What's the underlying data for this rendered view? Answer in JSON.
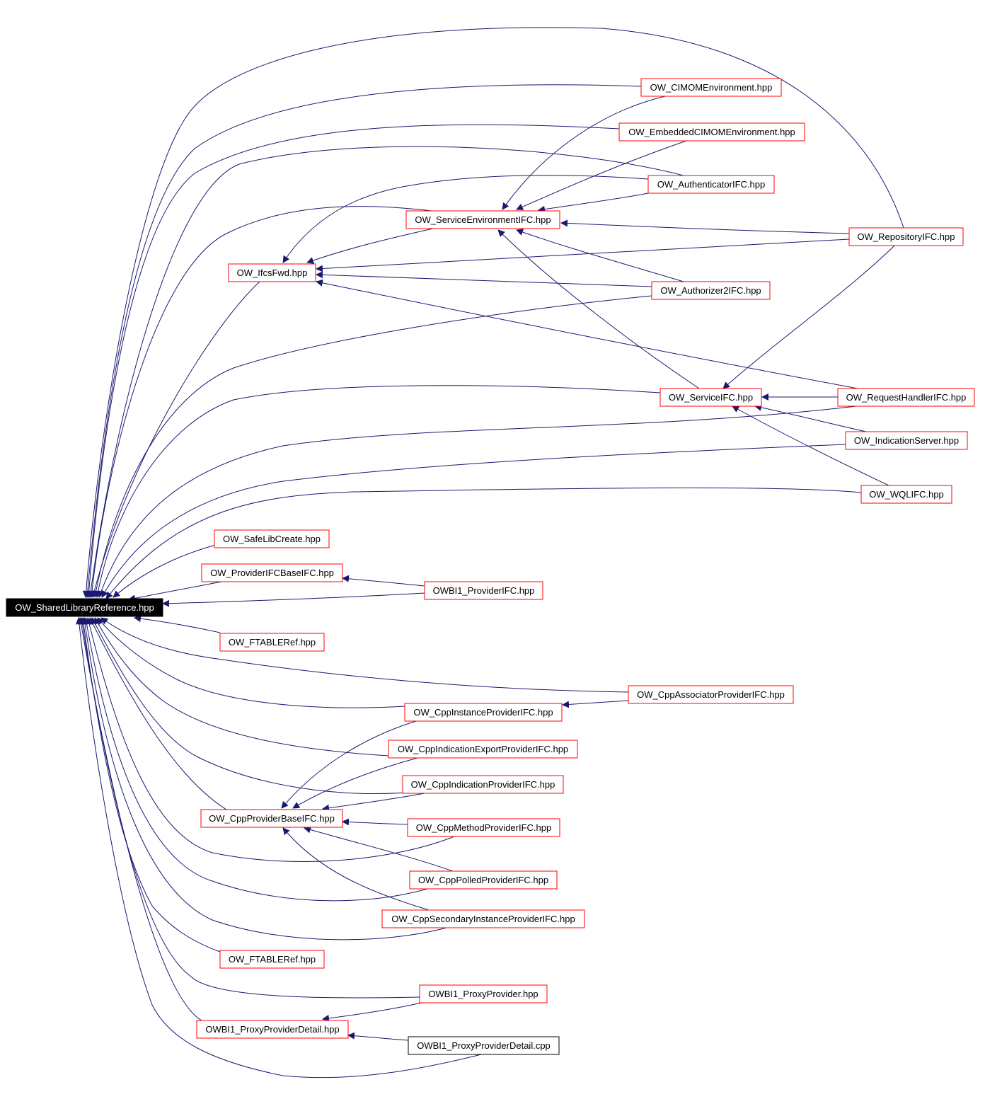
{
  "colors": {
    "edge": "#191970",
    "node_border": "#ff0000",
    "root_fill": "#000000",
    "root_text": "#ffffff",
    "node_text": "#000000",
    "cpp_border": "#000000"
  },
  "nodes": [
    {
      "id": "root",
      "label": "OW_SharedLibraryReference.hpp",
      "kind": "root"
    },
    {
      "id": "cimom",
      "label": "OW_CIMOMEnvironment.hpp",
      "kind": "header"
    },
    {
      "id": "embcimom",
      "label": "OW_EmbeddedCIMOMEnvironment.hpp",
      "kind": "header"
    },
    {
      "id": "auth",
      "label": "OW_AuthenticatorIFC.hpp",
      "kind": "header"
    },
    {
      "id": "svcenv",
      "label": "OW_ServiceEnvironmentIFC.hpp",
      "kind": "header"
    },
    {
      "id": "repo",
      "label": "OW_RepositoryIFC.hpp",
      "kind": "header"
    },
    {
      "id": "ifcsfwd",
      "label": "OW_IfcsFwd.hpp",
      "kind": "header"
    },
    {
      "id": "authz2",
      "label": "OW_Authorizer2IFC.hpp",
      "kind": "header"
    },
    {
      "id": "svcifc",
      "label": "OW_ServiceIFC.hpp",
      "kind": "header"
    },
    {
      "id": "reqh",
      "label": "OW_RequestHandlerIFC.hpp",
      "kind": "header"
    },
    {
      "id": "indsrv",
      "label": "OW_IndicationServer.hpp",
      "kind": "header"
    },
    {
      "id": "wql",
      "label": "OW_WQLIFC.hpp",
      "kind": "header"
    },
    {
      "id": "safelib",
      "label": "OW_SafeLibCreate.hpp",
      "kind": "header"
    },
    {
      "id": "provbase",
      "label": "OW_ProviderIFCBaseIFC.hpp",
      "kind": "header"
    },
    {
      "id": "owbi1prov",
      "label": "OWBI1_ProviderIFC.hpp",
      "kind": "header"
    },
    {
      "id": "ftable1",
      "label": "OW_FTABLERef.hpp",
      "kind": "header"
    },
    {
      "id": "cppassoc",
      "label": "OW_CppAssociatorProviderIFC.hpp",
      "kind": "header"
    },
    {
      "id": "cppinst",
      "label": "OW_CppInstanceProviderIFC.hpp",
      "kind": "header"
    },
    {
      "id": "cppindexp",
      "label": "OW_CppIndicationExportProviderIFC.hpp",
      "kind": "header"
    },
    {
      "id": "cppind",
      "label": "OW_CppIndicationProviderIFC.hpp",
      "kind": "header"
    },
    {
      "id": "cppbase",
      "label": "OW_CppProviderBaseIFC.hpp",
      "kind": "header"
    },
    {
      "id": "cppmeth",
      "label": "OW_CppMethodProviderIFC.hpp",
      "kind": "header"
    },
    {
      "id": "cpppoll",
      "label": "OW_CppPolledProviderIFC.hpp",
      "kind": "header"
    },
    {
      "id": "cppsec",
      "label": "OW_CppSecondaryInstanceProviderIFC.hpp",
      "kind": "header"
    },
    {
      "id": "ftable2",
      "label": "OW_FTABLERef.hpp",
      "kind": "header"
    },
    {
      "id": "owbi1proxy",
      "label": "OWBI1_ProxyProvider.hpp",
      "kind": "header"
    },
    {
      "id": "owbi1proxyd",
      "label": "OWBI1_ProxyProviderDetail.hpp",
      "kind": "header"
    },
    {
      "id": "owbi1proxydcpp",
      "label": "OWBI1_ProxyProviderDetail.cpp",
      "kind": "source"
    }
  ],
  "edges": [
    [
      "cimom",
      "root"
    ],
    [
      "embcimom",
      "root"
    ],
    [
      "auth",
      "root"
    ],
    [
      "svcenv",
      "root"
    ],
    [
      "repo",
      "root"
    ],
    [
      "ifcsfwd",
      "root"
    ],
    [
      "authz2",
      "root"
    ],
    [
      "svcifc",
      "root"
    ],
    [
      "reqh",
      "root"
    ],
    [
      "indsrv",
      "root"
    ],
    [
      "wql",
      "root"
    ],
    [
      "safelib",
      "root"
    ],
    [
      "provbase",
      "root"
    ],
    [
      "owbi1prov",
      "root"
    ],
    [
      "ftable1",
      "root"
    ],
    [
      "cppassoc",
      "root"
    ],
    [
      "cppinst",
      "root"
    ],
    [
      "cppindexp",
      "root"
    ],
    [
      "cppind",
      "root"
    ],
    [
      "cppbase",
      "root"
    ],
    [
      "cppmeth",
      "root"
    ],
    [
      "cpppoll",
      "root"
    ],
    [
      "cppsec",
      "root"
    ],
    [
      "ftable2",
      "root"
    ],
    [
      "owbi1proxy",
      "root"
    ],
    [
      "owbi1proxyd",
      "root"
    ],
    [
      "owbi1proxydcpp",
      "root"
    ],
    [
      "cimom",
      "svcenv"
    ],
    [
      "embcimom",
      "svcenv"
    ],
    [
      "auth",
      "svcenv"
    ],
    [
      "repo",
      "svcenv"
    ],
    [
      "authz2",
      "svcenv"
    ],
    [
      "svcifc",
      "svcenv"
    ],
    [
      "auth",
      "ifcsfwd"
    ],
    [
      "svcenv",
      "ifcsfwd"
    ],
    [
      "repo",
      "ifcsfwd"
    ],
    [
      "authz2",
      "ifcsfwd"
    ],
    [
      "reqh",
      "ifcsfwd"
    ],
    [
      "repo",
      "svcifc"
    ],
    [
      "reqh",
      "svcifc"
    ],
    [
      "indsrv",
      "svcifc"
    ],
    [
      "wql",
      "svcifc"
    ],
    [
      "owbi1prov",
      "provbase"
    ],
    [
      "cppassoc",
      "cppinst"
    ],
    [
      "cppinst",
      "cppbase"
    ],
    [
      "cppindexp",
      "cppbase"
    ],
    [
      "cppind",
      "cppbase"
    ],
    [
      "cppmeth",
      "cppbase"
    ],
    [
      "cpppoll",
      "cppbase"
    ],
    [
      "cppsec",
      "cppbase"
    ],
    [
      "owbi1proxy",
      "owbi1proxyd"
    ],
    [
      "owbi1proxydcpp",
      "owbi1proxyd"
    ]
  ]
}
